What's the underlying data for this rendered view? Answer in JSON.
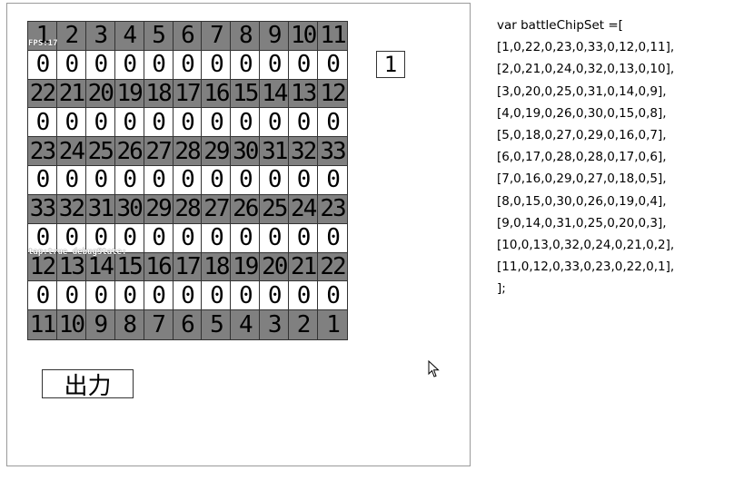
{
  "grid": {
    "rows": [
      [
        "1",
        "2",
        "3",
        "4",
        "5",
        "6",
        "7",
        "8",
        "9",
        "10",
        "11"
      ],
      [
        "0",
        "0",
        "0",
        "0",
        "0",
        "0",
        "0",
        "0",
        "0",
        "0",
        "0"
      ],
      [
        "22",
        "21",
        "20",
        "19",
        "18",
        "17",
        "16",
        "15",
        "14",
        "13",
        "12"
      ],
      [
        "0",
        "0",
        "0",
        "0",
        "0",
        "0",
        "0",
        "0",
        "0",
        "0",
        "0"
      ],
      [
        "23",
        "24",
        "25",
        "26",
        "27",
        "28",
        "29",
        "30",
        "31",
        "32",
        "33"
      ],
      [
        "0",
        "0",
        "0",
        "0",
        "0",
        "0",
        "0",
        "0",
        "0",
        "0",
        "0"
      ],
      [
        "33",
        "32",
        "31",
        "30",
        "29",
        "28",
        "27",
        "26",
        "25",
        "24",
        "23"
      ],
      [
        "0",
        "0",
        "0",
        "0",
        "0",
        "0",
        "0",
        "0",
        "0",
        "0",
        "0"
      ],
      [
        "12",
        "13",
        "14",
        "15",
        "16",
        "17",
        "18",
        "19",
        "20",
        "21",
        "22"
      ],
      [
        "0",
        "0",
        "0",
        "0",
        "0",
        "0",
        "0",
        "0",
        "0",
        "0",
        "0"
      ],
      [
        "11",
        "10",
        "9",
        "8",
        "7",
        "6",
        "5",
        "4",
        "3",
        "2",
        "1"
      ]
    ],
    "row_shading": [
      "dark",
      "light",
      "dark",
      "light",
      "dark",
      "light",
      "dark",
      "light",
      "dark",
      "light",
      "dark"
    ],
    "colors": {
      "dark": "#808080",
      "light": "#ffffff"
    }
  },
  "debug": {
    "fps": "FPS:17",
    "tap": "tap:true debugState:"
  },
  "counter_value": "1",
  "output_button_label": "出力",
  "code": {
    "header": "var battleChipSet =[",
    "lines": [
      "[1,0,22,0,23,0,33,0,12,0,11],",
      "[2,0,21,0,24,0,32,0,13,0,10],",
      "[3,0,20,0,25,0,31,0,14,0,9],",
      "[4,0,19,0,26,0,30,0,15,0,8],",
      "[5,0,18,0,27,0,29,0,16,0,7],",
      "[6,0,17,0,28,0,28,0,17,0,6],",
      "[7,0,16,0,29,0,27,0,18,0,5],",
      "[8,0,15,0,30,0,26,0,19,0,4],",
      "[9,0,14,0,31,0,25,0,20,0,3],",
      "[10,0,13,0,32,0,24,0,21,0,2],",
      "[11,0,12,0,33,0,23,0,22,0,1],"
    ],
    "footer": "];"
  }
}
